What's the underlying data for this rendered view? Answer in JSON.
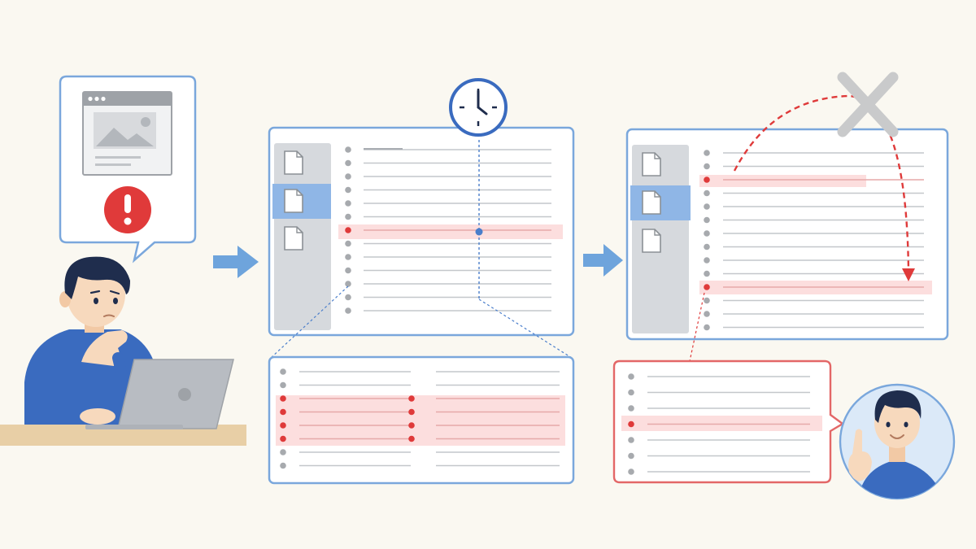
{
  "colors": {
    "background": "#faf8f1",
    "panel_border": "#7aa7dc",
    "sidebar": "#d6d9dd",
    "sidebar_selected": "#8fb6e6",
    "line": "#c4c7cb",
    "dot": "#a7aaae",
    "highlight_fill": "#fcdede",
    "highlight_dot": "#df3a3a",
    "accent_blue": "#4a7ecb",
    "arrow": "#6ea4dc",
    "error_red": "#e03a3a",
    "shirt": "#3a6bbf",
    "hair": "#1f2d4d",
    "skin": "#f7d9bd",
    "laptop": "#b8bcc2",
    "desk": "#e8cfa6",
    "cross": "#c9cacb",
    "avatar_bg": "#dbe9f8"
  },
  "icons": {
    "alert": "exclamation-circle-icon",
    "clock": "clock-icon",
    "cross": "x-mark-icon",
    "flow": "arrow-right-icon",
    "file": "file-icon",
    "browser": "browser-window-icon",
    "image": "image-placeholder-icon"
  },
  "steps": [
    {
      "id": "confused-user",
      "description_icon": "browser-window-icon"
    },
    {
      "id": "slow-scan",
      "highlight_rows": 1,
      "zoom_highlight_rows": 4
    },
    {
      "id": "direct-jump",
      "highlight_rows": 2,
      "zoom_highlight_rows": 1
    }
  ]
}
